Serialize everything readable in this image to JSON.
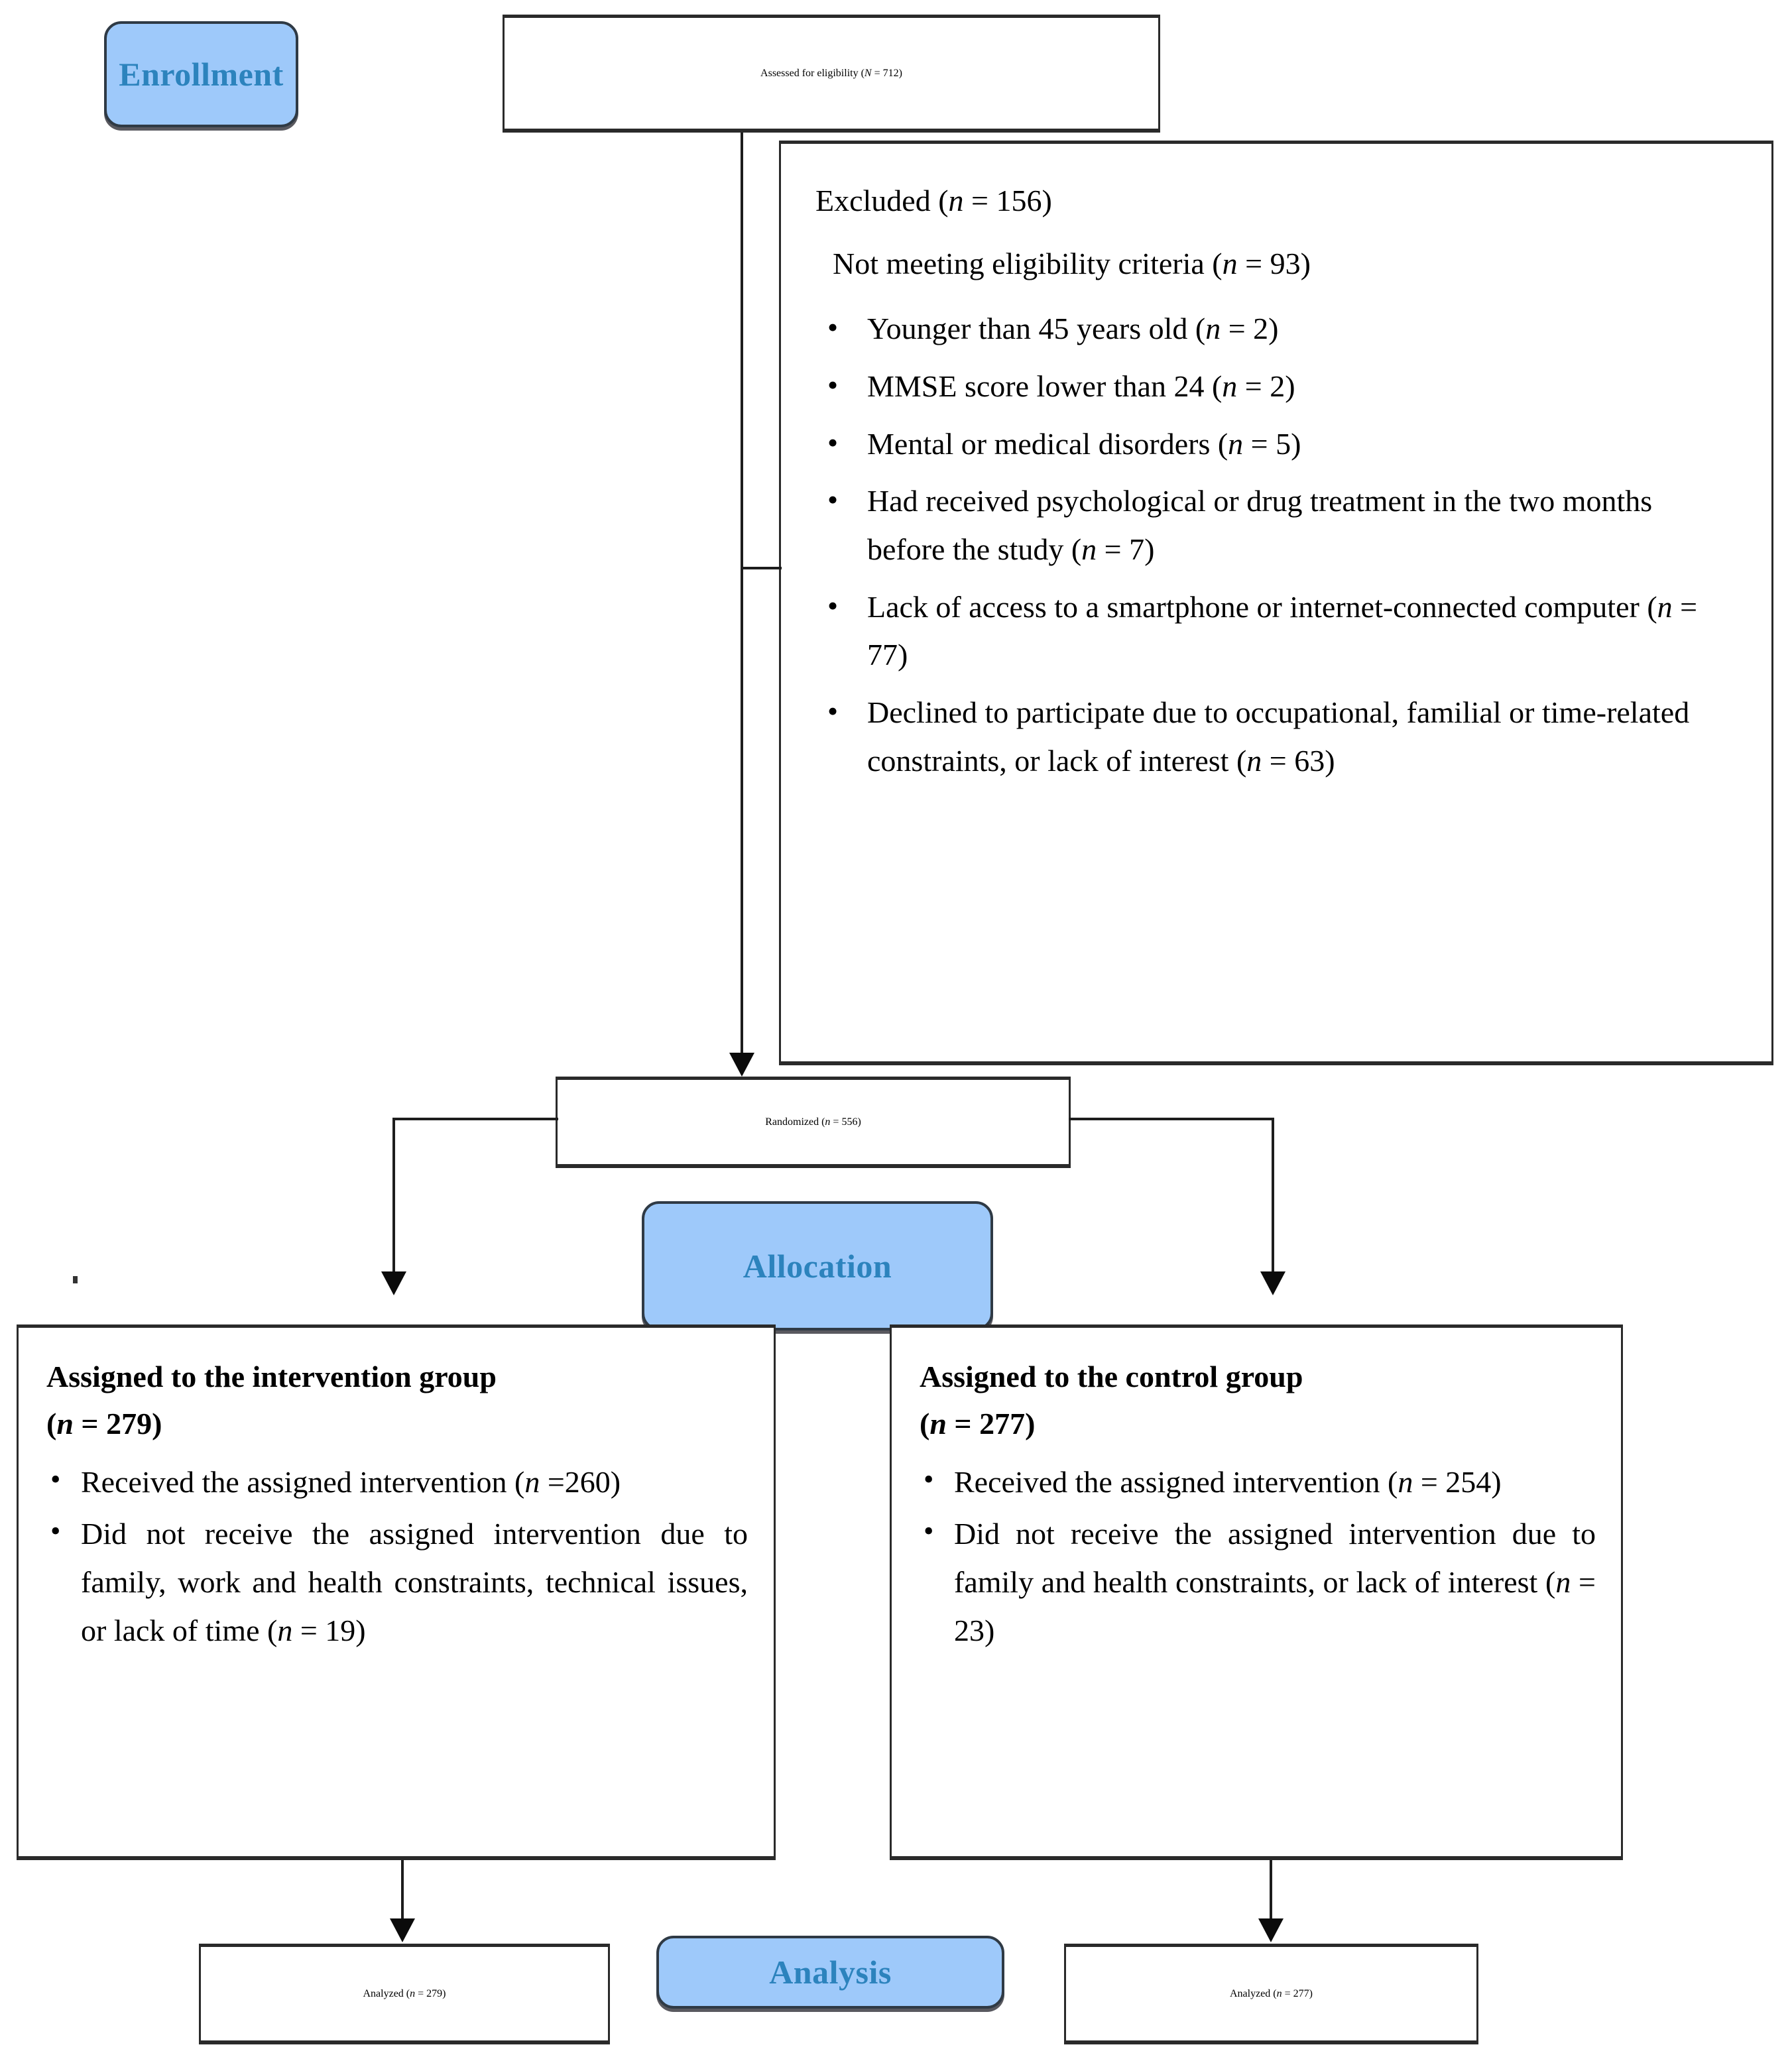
{
  "diagram": {
    "title": "CONSORT participant flow diagram",
    "accent_blue_fill": "#9EC9FA",
    "accent_blue_text": "#2C83BD",
    "border_color": "#2A2A2A"
  },
  "stages": {
    "enrollment": "Enrollment",
    "allocation": "Allocation",
    "analysis": "Analysis"
  },
  "assessed": {
    "label": "Assessed for eligibility (",
    "n_symbol": "N",
    "eq": " = ",
    "value": "712",
    "close": ")"
  },
  "excluded": {
    "heading_pre": "Excluded (",
    "heading_n": "n",
    "heading_eq": " = ",
    "heading_value": "156",
    "heading_close": ")",
    "subheading_pre": "Not meeting eligibility criteria (",
    "subheading_n": "n",
    "subheading_eq": " = ",
    "subheading_value": "93",
    "subheading_close": ")",
    "reasons": [
      {
        "text": "Younger than 45 years old (",
        "n": "n",
        "eq": " = ",
        "value": "2",
        "close": ")"
      },
      {
        "text": "MMSE score lower than 24 (",
        "n": "n",
        "eq": " = ",
        "value": "2",
        "close": ")"
      },
      {
        "text": "Mental or medical disorders (",
        "n": "n",
        "eq": " = ",
        "value": "5",
        "close": ")"
      },
      {
        "text": "Had received psychological or drug treatment in the two months before the study (",
        "n": "n",
        "eq": " = ",
        "value": "7",
        "close": ")"
      },
      {
        "text": "Lack of access to a smartphone or internet-connected computer (",
        "n": "n",
        "eq": " = ",
        "value": "77",
        "close": ")"
      },
      {
        "text": "Declined to participate due to occupational, familial or time-related constraints, or lack of interest (",
        "n": "n",
        "eq": " = ",
        "value": "63",
        "close": ")"
      }
    ]
  },
  "randomized": {
    "label": "Randomized (",
    "n_symbol": "n",
    "eq": " = ",
    "value": "556",
    "close": ")"
  },
  "intervention_group": {
    "title": "Assigned to the intervention group",
    "title_n_pre": "(",
    "title_n": "n",
    "title_eq": " = ",
    "title_value": "279",
    "title_close": ")",
    "items": [
      {
        "text": "Received the assigned intervention (",
        "n": "n",
        "eq": " =",
        "value": "260",
        "close": ")"
      },
      {
        "text": "Did not receive the assigned intervention due to family, work and health constraints, technical issues, or lack of time (",
        "n": "n",
        "eq": " = ",
        "value": "19",
        "close": ")"
      }
    ]
  },
  "control_group": {
    "title": "Assigned to the control group",
    "title_n_pre": "(",
    "title_n": "n",
    "title_eq": " = ",
    "title_value": "277",
    "title_close": ")",
    "items": [
      {
        "text": "Received the assigned intervention (",
        "n": "n",
        "eq": " = ",
        "value": "254",
        "close": ")"
      },
      {
        "text": "Did not receive the assigned intervention due to family and health constraints, or lack of interest (",
        "n": "n",
        "eq": " = ",
        "value": "23",
        "close": ")"
      }
    ]
  },
  "analyzed_left": {
    "label": "Analyzed (",
    "n_symbol": "n",
    "eq": " = ",
    "value": "279",
    "close": ")"
  },
  "analyzed_right": {
    "label": "Analyzed (",
    "n_symbol": "n",
    "eq": " = ",
    "value": "277",
    "close": ")"
  }
}
